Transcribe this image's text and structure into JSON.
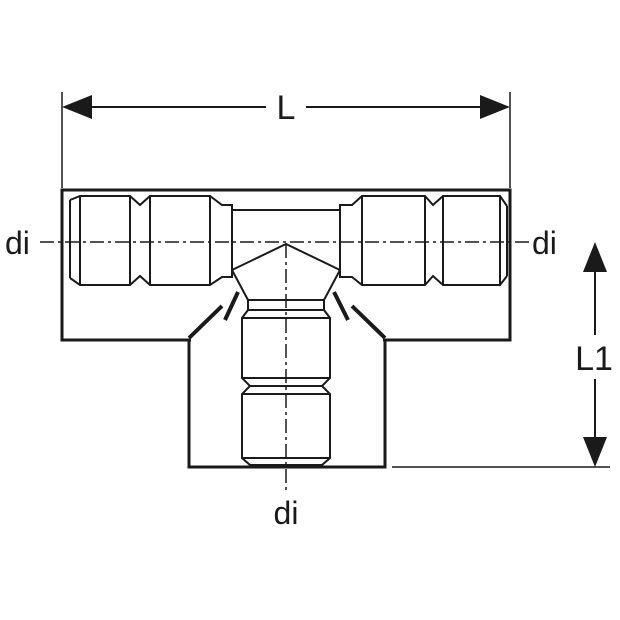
{
  "labels": {
    "length": "L",
    "branch_length": "L1",
    "diameter_left": "di",
    "diameter_right": "di",
    "diameter_bottom": "di"
  },
  "colors": {
    "line": "#1a1a1a",
    "background": "#ffffff"
  }
}
